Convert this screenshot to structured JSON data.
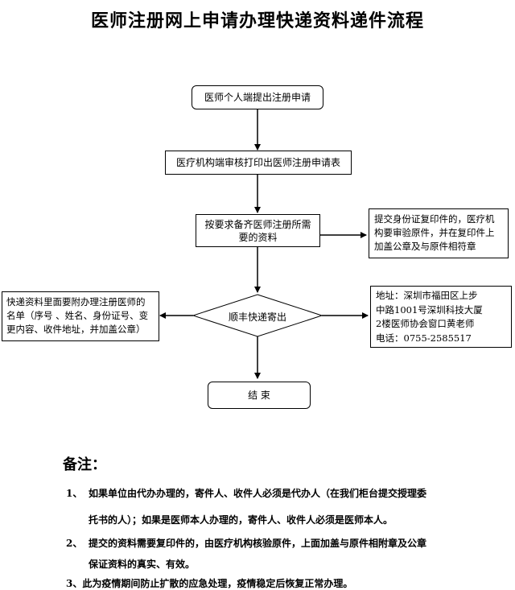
{
  "title": "医师注册网上申请办理快递资料递件流程",
  "nodes": {
    "start": "医师个人端提出注册申请",
    "review": "医疗机构端审核打印出医师注册申请表",
    "prepare_l1": "按要求备齐医师注册所需",
    "prepare_l2": "要的资料",
    "id_copy_l1": "提交身份证复印件的，医疗机",
    "id_copy_l2": "构要审验原件，并在复印件上",
    "id_copy_l3": "加盖公章及与原件相符章",
    "courier": "顺丰快递寄出",
    "list_l1": "快递资料里面要附办理注册医师的",
    "list_l2": "名单（序号  、姓名、身份证号、变",
    "list_l3": "更内容、收件地址，并加盖公章）",
    "address_l1": "地址：深圳市福田区上步",
    "address_l2": "中路1001号深圳科技大厦",
    "address_l3": "2楼医师协会窗口黄老师",
    "address_l4": "电话：0755-2585517",
    "end": "结 束"
  },
  "notes": {
    "heading": "备注：",
    "n1_num": "1、",
    "n1_l1": "如果单位由代办办理的，寄件人、收件人必须是代办人（在我们柜台提交授理委",
    "n1_l2": "托书的人）；如果是医师本人办理的，寄件人、收件人必须是医师本人。",
    "n2_num": "2、",
    "n2_l1": "提交的资料需要复印件的，由医疗机构核验原件，上面加盖与原件相附章及公章",
    "n2_l2": "保证资料的真实、有效。",
    "n3": "3、此为疫情期间防止扩散的应急处理，疫情稳定后恢复正常办理。"
  }
}
